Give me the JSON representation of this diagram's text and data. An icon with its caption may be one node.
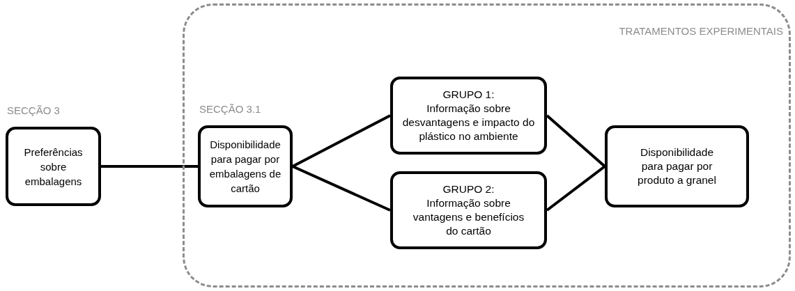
{
  "diagram": {
    "nodes": [
      {
        "text": [
          "SECÇÃO 3",
          "Preferências sobre embalagens"
        ]
      },
      {
        "text": [
          "TRATAMENTOS EXPERIMENTAIS"
        ]
      },
      {
        "text": [
          "SECÇÃO 3.1",
          "Disponibilidade para pagar por embalagens de cartão"
        ],
        "in": 1
      },
      {
        "text": [
          "GRUPO 1:",
          "Informação sobre desvantagens e impacto do plástico no ambiente"
        ],
        "in": 1
      },
      {
        "text": [
          "GRUPO 2:",
          "Informação sobre vantagens e benefícios do cartão"
        ],
        "in": 1
      },
      {
        "text": [
          "Disponibilidade para pagar por produto a granel"
        ],
        "in": 1
      }
    ],
    "edges": [
      {
        "from": 0,
        "to": 2,
        "arrow": "none"
      },
      {
        "from": 2,
        "to": 3,
        "arrow": "none"
      },
      {
        "from": 2,
        "to": 4,
        "arrow": "none"
      },
      {
        "from": 3,
        "to": 5,
        "arrow": "none"
      },
      {
        "from": 4,
        "to": 5,
        "arrow": "none"
      }
    ]
  }
}
